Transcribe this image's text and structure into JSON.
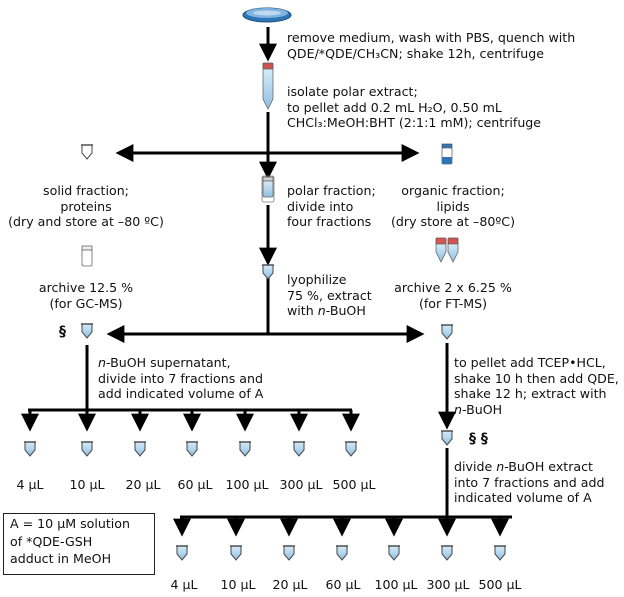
{
  "steps": {
    "step1": [
      "remove medium,  wash with PBS, quench with",
      "QDE/*QDE/CH₃CN; shake 12h, centrifuge"
    ],
    "step2": [
      "isolate polar extract;",
      "to pellet add 0.2 mL H₂O, 0.50 mL",
      "CHCl₃:MeOH:BHT (2:1:1 mM); centrifuge"
    ],
    "solid": [
      "solid fraction;",
      "proteins",
      "(dry and store at –80 ºC)"
    ],
    "polar": [
      "polar fraction;",
      "divide into",
      "four fractions"
    ],
    "organic": [
      "organic fraction;",
      "lipids",
      "(dry store at –80ºC)"
    ],
    "archive_gc": [
      "archive 12.5 %",
      "(for GC-MS)"
    ],
    "lyophilize": [
      "lyophilize",
      "75 %, extract",
      "with n-BuOH"
    ],
    "archive_ft": [
      "archive  2 x 6.25 %",
      "(for FT-MS)"
    ],
    "section1_mark": "§",
    "section2_mark": "§ §",
    "supernatant": [
      "n-BuOH supernatant,",
      "divide into 7 fractions and",
      "add indicated volume of A"
    ],
    "pellet": [
      "to pellet add TCEP•HCL,",
      "shake 10 h then add QDE,",
      "shake 12 h; extract with",
      "n-BuOH"
    ],
    "divide_extract": [
      "divide n-BuOH extract",
      "into 7 fractions and add",
      "indicated volume of A"
    ]
  },
  "volumes_left": [
    "4 µL",
    "10 µL",
    "20 µL",
    "60 µL",
    "100 µL",
    "300 µL",
    "500 µL"
  ],
  "volumes_right": [
    "4 µL",
    "10 µL",
    "20 µL",
    "60 µL",
    "100 µL",
    "300 µL",
    "500 µL"
  ],
  "legend": [
    "A = 10 µM solution",
    "of *QDE-GSH",
    "adduct in MeOH"
  ],
  "colors": {
    "tube_liquid": "#a9cde8",
    "dish": "#5b9bd5",
    "cap_red": "#d9534f",
    "cap_blue": "#2f74b5"
  }
}
